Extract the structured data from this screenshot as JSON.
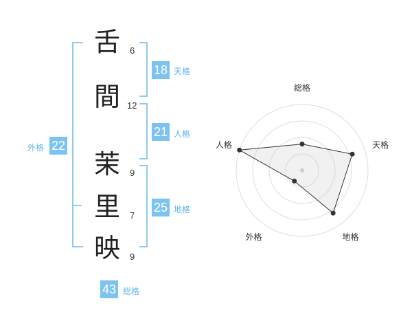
{
  "name": {
    "chars": [
      "舌",
      "間",
      "茉",
      "里",
      "映"
    ],
    "strokes": [
      "6",
      "12",
      "9",
      "7",
      "9"
    ]
  },
  "grades": {
    "tenkaku": {
      "value": "18",
      "label": "天格"
    },
    "jinkaku": {
      "value": "21",
      "label": "人格"
    },
    "chikaku": {
      "value": "25",
      "label": "地格"
    },
    "gaikaku": {
      "value": "22",
      "label": "外格"
    },
    "soukaku": {
      "value": "43",
      "label": "総格"
    }
  },
  "colors": {
    "accent": "#7cc3f0",
    "bracket": "#8fc9ee",
    "label": "#5eb6ea"
  },
  "chart_data": {
    "type": "radar",
    "axes": [
      "総格",
      "天格",
      "地格",
      "外格",
      "人格"
    ],
    "values": [
      2,
      4,
      4,
      1,
      5
    ],
    "scale_max": 5,
    "grid_rings": 4
  }
}
